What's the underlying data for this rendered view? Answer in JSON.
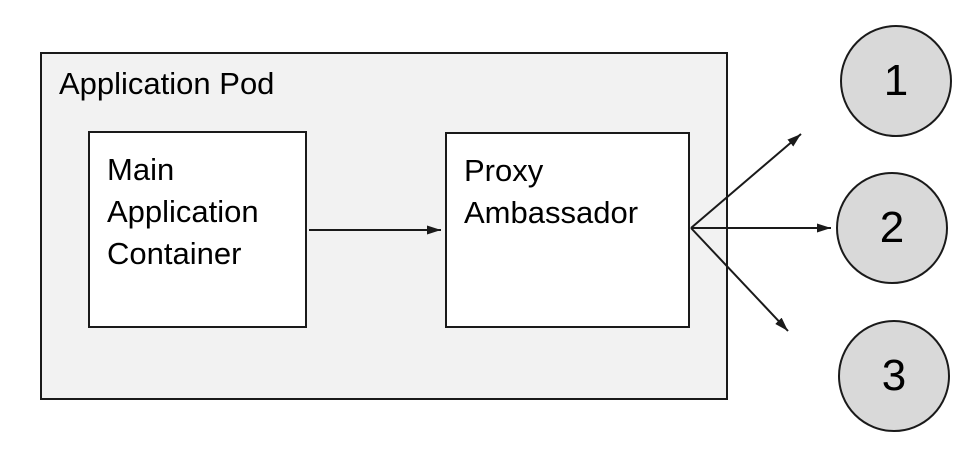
{
  "diagram": {
    "pod": {
      "label": "Application Pod"
    },
    "containers": [
      {
        "id": "main-application-container",
        "label": "Main\nApplication\nContainer"
      },
      {
        "id": "proxy-ambassador",
        "label": "Proxy\nAmbassador"
      }
    ],
    "endpoints": [
      {
        "label": "1"
      },
      {
        "label": "2"
      },
      {
        "label": "3"
      }
    ],
    "connections": [
      {
        "from": "main-application-container",
        "to": "proxy-ambassador"
      },
      {
        "from": "proxy-ambassador",
        "to": "endpoint-1"
      },
      {
        "from": "proxy-ambassador",
        "to": "endpoint-2"
      },
      {
        "from": "proxy-ambassador",
        "to": "endpoint-3"
      }
    ],
    "colors": {
      "pod_fill": "#f2f2f2",
      "container_fill": "#ffffff",
      "endpoint_fill": "#d9d9d9",
      "stroke": "#1a1a1a"
    }
  }
}
